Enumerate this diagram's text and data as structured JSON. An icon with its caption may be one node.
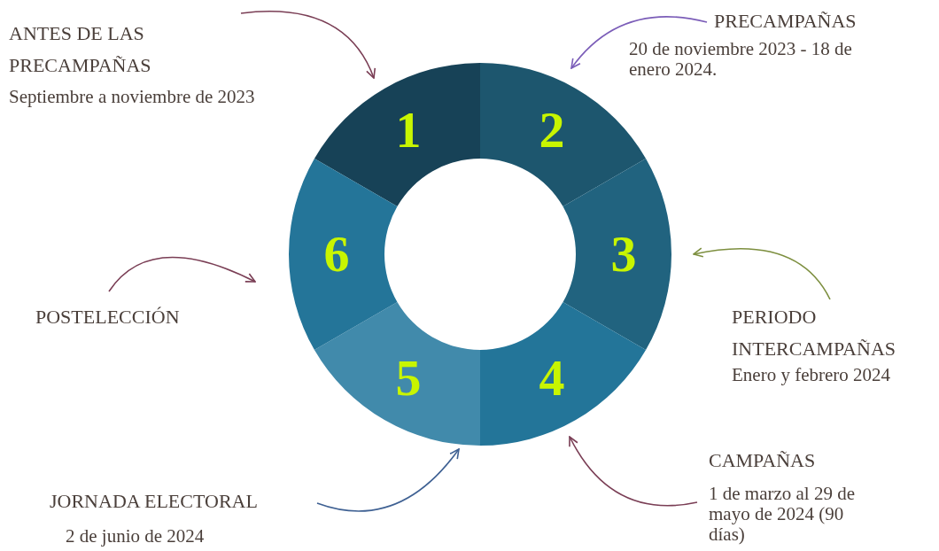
{
  "diagram": {
    "nodes": [
      {
        "text": [
          "1"
        ]
      },
      {
        "text": [
          "2"
        ]
      },
      {
        "text": [
          "3"
        ]
      },
      {
        "text": [
          "4"
        ]
      },
      {
        "text": [
          "5"
        ]
      },
      {
        "text": [
          "6"
        ]
      },
      {
        "text": [
          "ANTES DE LAS PRECAMPAÑAS",
          "Septiembre a noviembre de 2023"
        ]
      },
      {
        "text": [
          "PRECAMPAÑAS",
          "20 de noviembre 2023 - 18 de enero 2024."
        ]
      },
      {
        "text": [
          "PERIODO INTERCAMPAÑAS",
          "Enero y febrero 2024"
        ]
      },
      {
        "text": [
          "CAMPAÑAS",
          "1 de marzo al 29 de mayo de 2024 (90 días)"
        ]
      },
      {
        "text": [
          "JORNADA ELECTORAL",
          "2 de junio de 2024"
        ]
      },
      {
        "text": [
          "POSTELECCIÓN"
        ]
      }
    ],
    "edges": [
      {
        "from": 6,
        "to": 0,
        "arrow": "to"
      },
      {
        "from": 7,
        "to": 1,
        "arrow": "to",
        "color": "#7b5db8"
      },
      {
        "from": 8,
        "to": 2,
        "arrow": "to",
        "color": "#7d8f3f"
      },
      {
        "from": 9,
        "to": 3,
        "arrow": "to"
      },
      {
        "from": 10,
        "to": 4,
        "arrow": "to",
        "color": "#3f6193"
      },
      {
        "from": 11,
        "to": 5,
        "arrow": "to"
      }
    ]
  }
}
